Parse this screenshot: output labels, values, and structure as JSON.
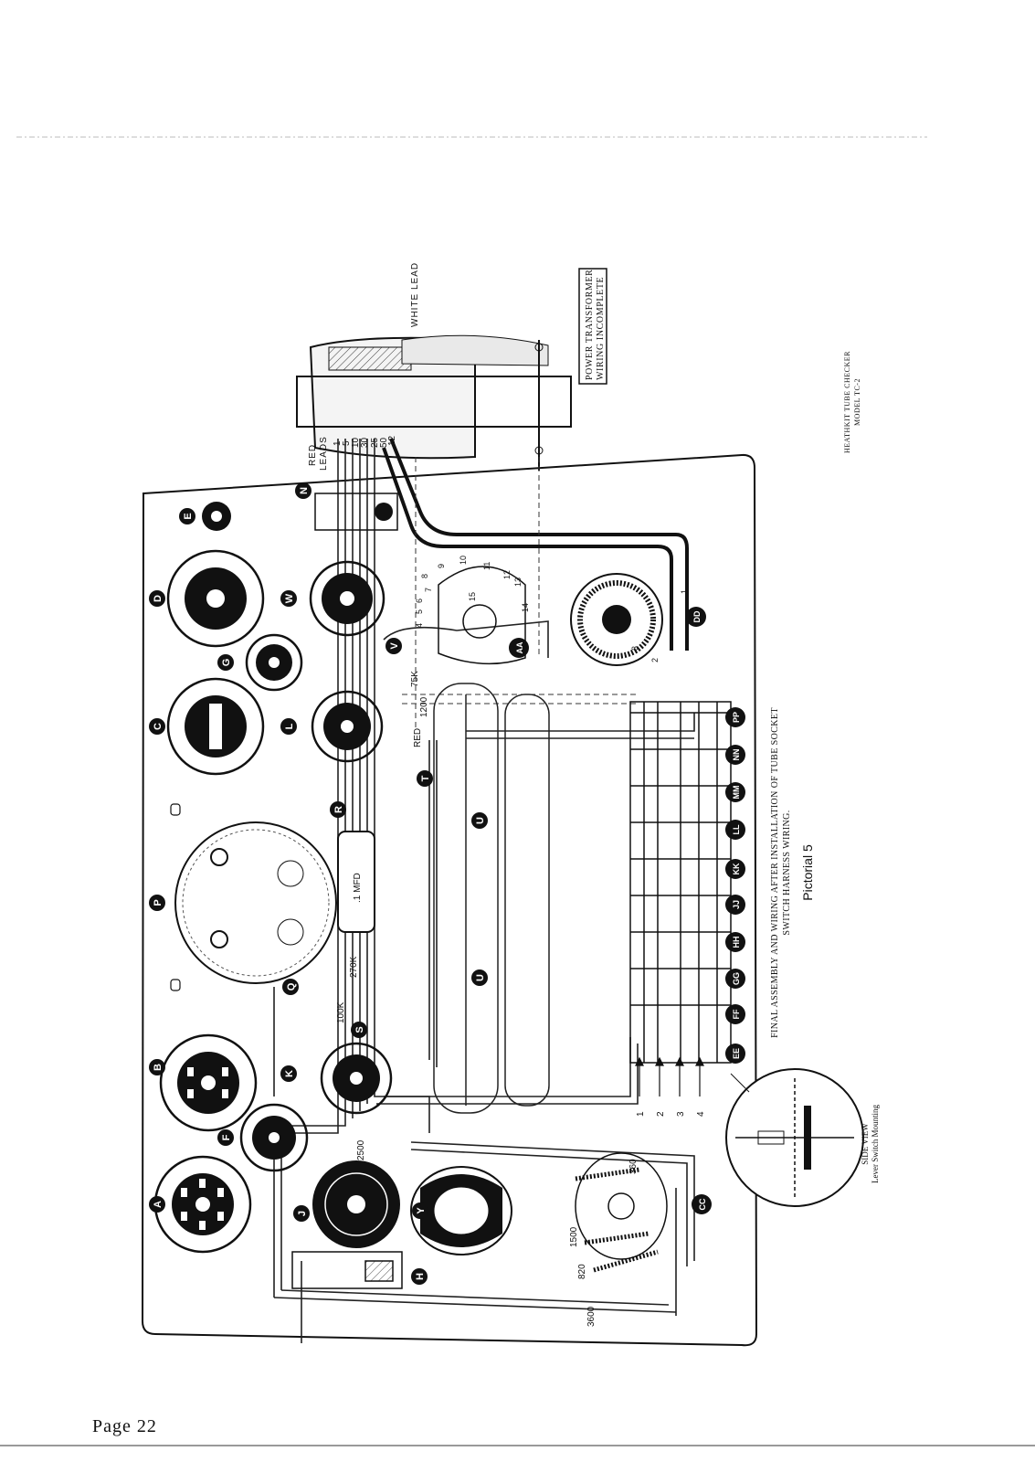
{
  "caption": {
    "title_line1": "FINAL ASSEMBLY AND WIRING AFTER INSTALLATION OF TUBE SOCKET",
    "title_line2": "SWITCH HARNESS WIRING.",
    "pictorial": "Pictorial 5"
  },
  "product": {
    "line1": "HEATHKIT TUBE CHECKER",
    "line2": "MODEL TC-2"
  },
  "transformer_note": {
    "line1": "POWER TRANSFORMER",
    "line2": "WIRING INCOMPLETE"
  },
  "leads": {
    "white": "WHITE LEAD",
    "red_line1": "RED",
    "red_line2": "LEADS",
    "red": "RED"
  },
  "side_view": {
    "line1": "SIDE VIEW",
    "line2": "Lever Switch Mounting"
  },
  "sockets_top": [
    "A",
    "B",
    "C",
    "D",
    "E"
  ],
  "sockets_mid": [
    "F",
    "G"
  ],
  "sockets_inner": [
    "J",
    "K",
    "L",
    "W",
    "N"
  ],
  "meter": "P",
  "switch_labels": [
    "Q",
    "R",
    "S",
    "T",
    "V",
    "H",
    "Y",
    "CC",
    "AA",
    "DD",
    "U"
  ],
  "lever_switches": [
    "EE",
    "FF",
    "GG",
    "HH",
    "JJ",
    "KK",
    "LL",
    "MM",
    "NN",
    "PP"
  ],
  "components": {
    "capacitor": ".1 MFD",
    "r_270k": "270K",
    "r_100k": "100K",
    "r_75k": "75K",
    "r_1200": "1200",
    "r_2500": "2500",
    "r_1500": "1500",
    "r_820": "820",
    "r_3600": "3600",
    "r_360": "360"
  },
  "transformer_taps": [
    "1",
    "5",
    "10",
    "30",
    "12",
    "25",
    "50"
  ],
  "row_numbers": [
    "1",
    "2",
    "3",
    "4"
  ],
  "pot_pins": [
    "1",
    "2",
    "3",
    "4",
    "5",
    "6",
    "7",
    "8",
    "9",
    "10",
    "11",
    "12",
    "13",
    "14",
    "15"
  ],
  "page_number": "Page 22"
}
